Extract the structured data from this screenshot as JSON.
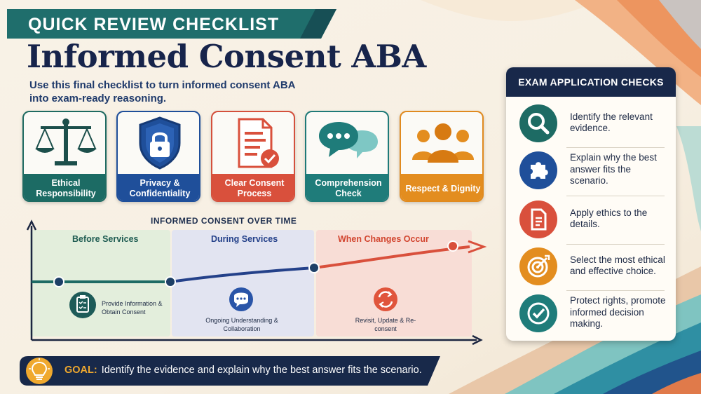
{
  "header": {
    "banner": "QUICK REVIEW CHECKLIST",
    "title": "Informed Consent ABA",
    "subtitle": "Use this final checklist to turn informed consent ABA into exam-ready reasoning."
  },
  "cards": [
    {
      "label": "Ethical Responsibility",
      "icon": "scales-icon",
      "color": "#1c6b64"
    },
    {
      "label": "Privacy & Confidentiality",
      "icon": "shield-lock-icon",
      "color": "#1f4f9a"
    },
    {
      "label": "Clear Consent Process",
      "icon": "document-check-icon",
      "color": "#d9503c"
    },
    {
      "label": "Comprehension Check",
      "icon": "chat-bubbles-icon",
      "color": "#1f7c7a"
    },
    {
      "label": "Respect & Dignity",
      "icon": "people-group-icon",
      "color": "#e38d1f"
    }
  ],
  "timeline": {
    "title": "INFORMED CONSENT OVER TIME",
    "phases": [
      {
        "title": "Before Services",
        "step": "Provide Information & Obtain Consent",
        "icon": "clipboard-icon"
      },
      {
        "title": "During Services",
        "step": "Ongoing Understanding & Collaboration",
        "icon": "speech-bubble-icon"
      },
      {
        "title": "When Changes Occur",
        "step": "Revisit, Update & Re-consent",
        "icon": "refresh-icon"
      }
    ]
  },
  "goal": {
    "key": "GOAL:",
    "text": "Identify the evidence and explain why the best answer fits the scenario.",
    "icon": "lightbulb-icon"
  },
  "panel": {
    "title": "EXAM APPLICATION CHECKS",
    "items": [
      {
        "text": "Identify the relevant evidence.",
        "icon": "magnifier-icon",
        "color": "#1d6b64"
      },
      {
        "text": "Explain why the best answer fits the scenario.",
        "icon": "puzzle-icon",
        "color": "#1f4f9a"
      },
      {
        "text": "Apply ethics to the details.",
        "icon": "document-icon",
        "color": "#d9503c"
      },
      {
        "text": "Select the most ethical and effective choice.",
        "icon": "target-icon",
        "color": "#e38d1f"
      },
      {
        "text": "Protect rights, promote informed decision making.",
        "icon": "checkmark-icon",
        "color": "#1f7c7a"
      }
    ]
  }
}
